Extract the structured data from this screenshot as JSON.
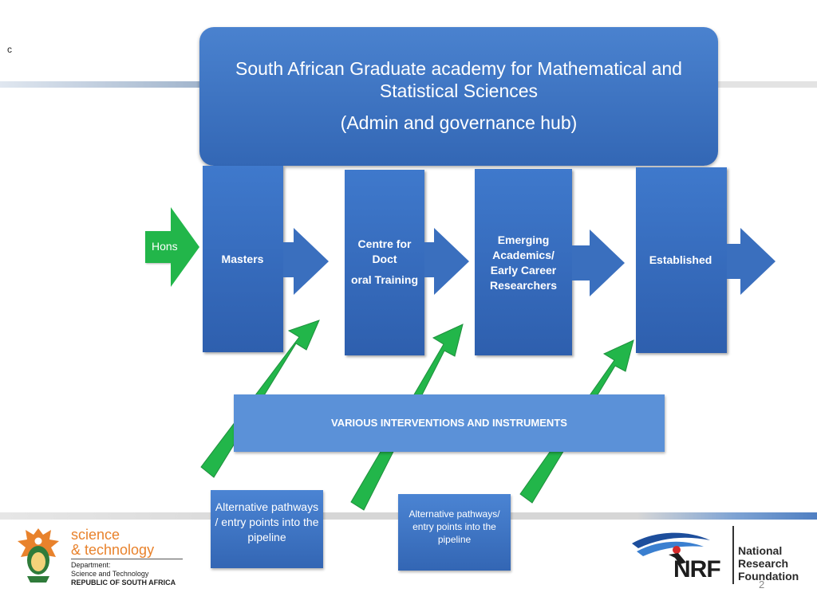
{
  "corner_mark": "c",
  "hub": {
    "title": "South African Graduate academy for Mathematical and Statistical Sciences",
    "subtitle": "(Admin and governance hub)"
  },
  "entry": {
    "label": "Hons",
    "color": "#22b64a"
  },
  "stages": [
    {
      "label": "Masters"
    },
    {
      "label": "Centre for Doct",
      "label_line2": "oral Training"
    },
    {
      "label": "Emerging Academics/ Early Career Researchers"
    },
    {
      "label": "Established"
    }
  ],
  "interventions": {
    "label": "VARIOUS INTERVENTIONS AND INSTRUMENTS"
  },
  "alternatives": [
    {
      "label": "Alternative pathways / entry points into the pipeline"
    },
    {
      "label": "Alternative pathways/ entry points into the pipeline"
    }
  ],
  "colors": {
    "stage_blue": "#3a6fbe",
    "arrow_green": "#22b64a",
    "accent_orange": "#e8822c"
  },
  "footer": {
    "dst_name_line1": "science",
    "dst_name_line2": "& technology",
    "dst_department": "Department:",
    "dst_department_name": "Science and Technology",
    "dst_country": "REPUBLIC OF SOUTH AFRICA",
    "nrf_letters": "NRF",
    "nrf_name": "National Research Foundation",
    "slide_number": "2"
  }
}
